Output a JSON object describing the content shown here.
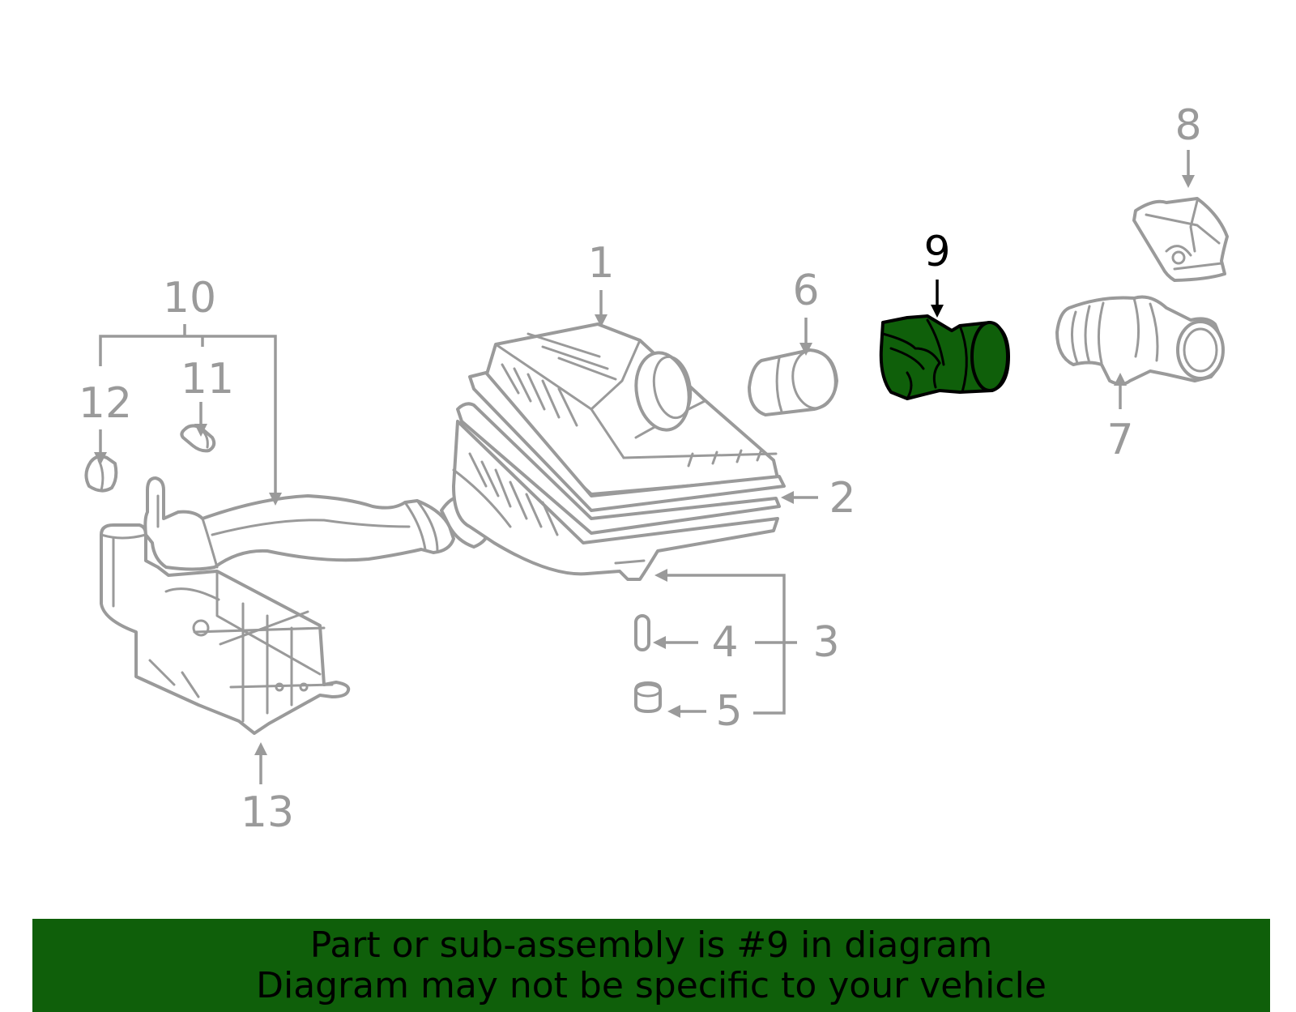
{
  "diagram": {
    "callouts": {
      "c1": "1",
      "c2": "2",
      "c3": "3",
      "c4": "4",
      "c5": "5",
      "c6": "6",
      "c7": "7",
      "c8": "8",
      "c9": "9",
      "c10": "10",
      "c11": "11",
      "c12": "12",
      "c13": "13"
    },
    "highlighted_part": "9",
    "colors": {
      "highlight": "#0f5f0a",
      "line": "#9a9a9a",
      "label": "#9a9a9a"
    }
  },
  "banner": {
    "line1": "Part or sub-assembly is #9 in diagram",
    "line2": "Diagram may not be specific to your vehicle",
    "background": "#0f5f0a"
  }
}
